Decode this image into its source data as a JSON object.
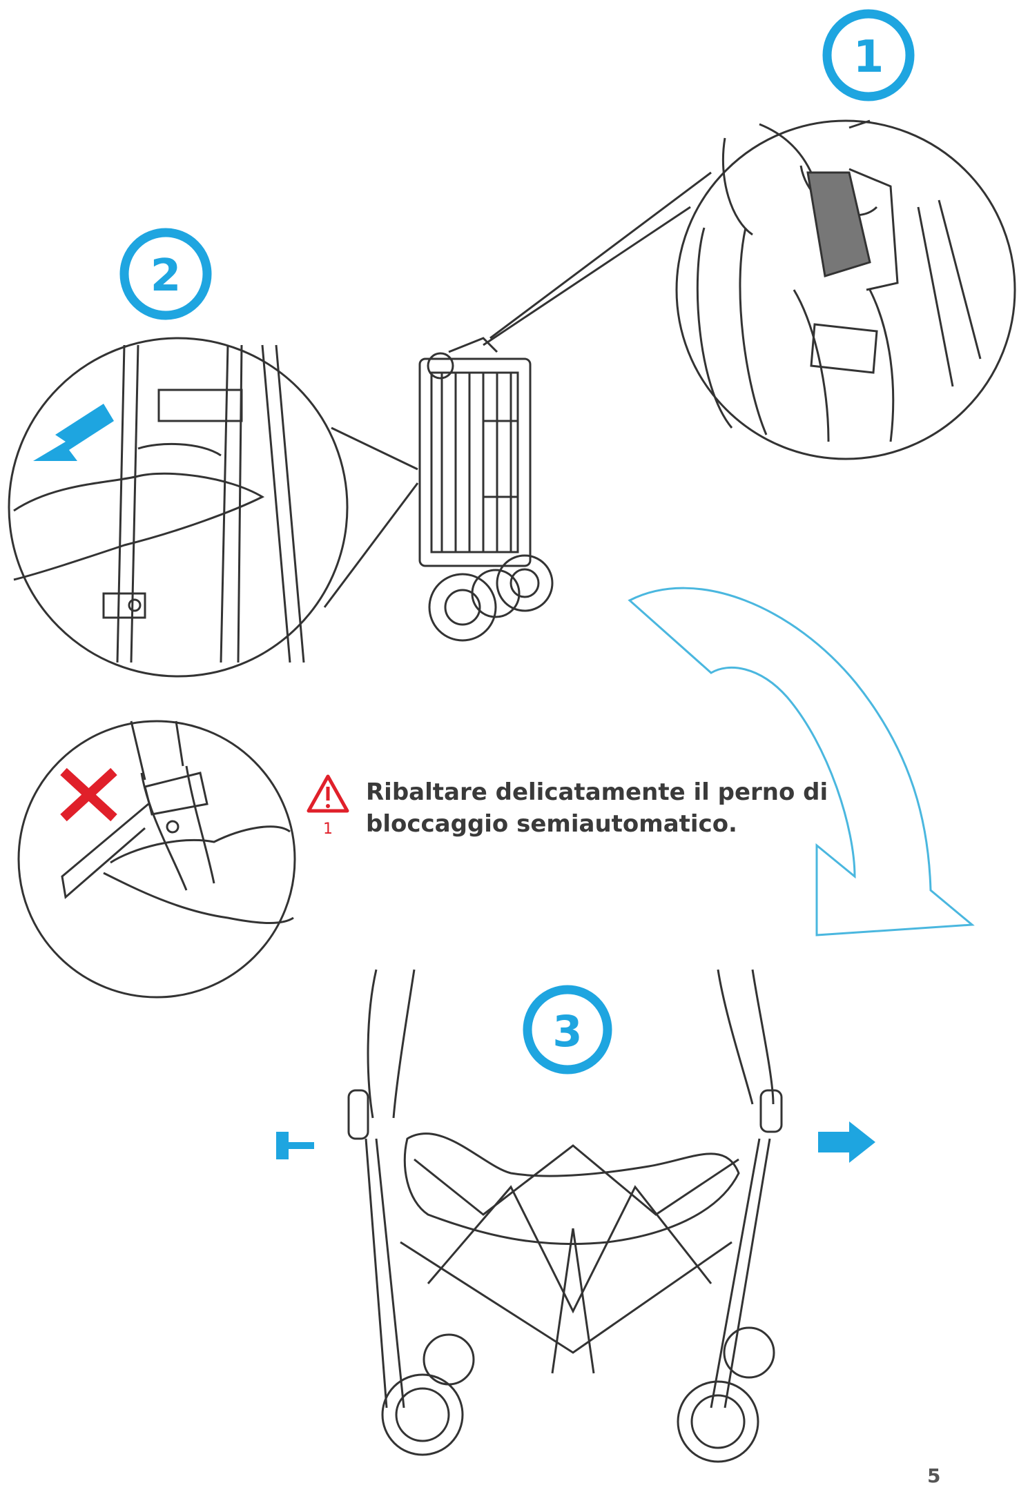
{
  "steps": [
    {
      "number": "1"
    },
    {
      "number": "2"
    },
    {
      "number": "3"
    }
  ],
  "warning": {
    "icon": "warning-triangle-icon",
    "icon_number": "1",
    "line1": "Ribaltare delicatamente il perno di",
    "line2": "bloccaggio semiautomatico."
  },
  "page_number": "5",
  "colors": {
    "step_circle": "#1ea5e0",
    "arrow": "#1ea5e0",
    "warning_red": "#e0202a",
    "line_art": "#333333"
  }
}
